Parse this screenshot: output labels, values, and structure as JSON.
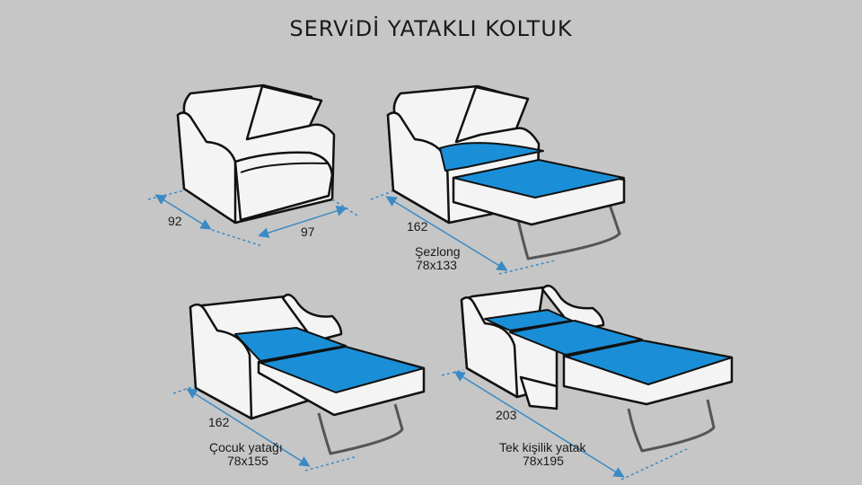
{
  "title": "SERViDİ YATAKLI KOLTUK",
  "colors": {
    "background": "#c6c6c6",
    "mattress": "#1a8fd8",
    "body": "#f4f4f4",
    "outline": "#111111",
    "dimension": "#3b8ac4"
  },
  "configurations": [
    {
      "name": "Armchair",
      "depth_label": "92",
      "width_label": "97",
      "caption": "",
      "size": ""
    },
    {
      "name": "Sezlong",
      "depth_label": "162",
      "caption": "Şezlong",
      "size": "78x133"
    },
    {
      "name": "Cocuk yatagi",
      "depth_label": "162",
      "caption": "Çocuk yatağı",
      "size": "78x155"
    },
    {
      "name": "Tek kisilik yatak",
      "depth_label": "203",
      "caption": "Tek kişilik yatak",
      "size": "78x195"
    }
  ]
}
